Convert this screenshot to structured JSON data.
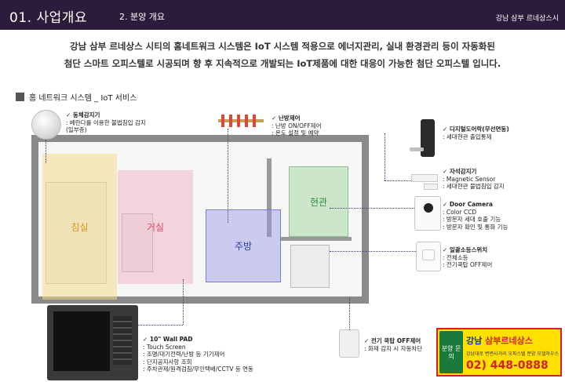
{
  "header": {
    "section": "01.  사업개요",
    "subsection": "2. 분양 개요",
    "brand": "강남 삼부 르네상스시"
  },
  "intro": {
    "line1": "강남 삼부 르네상스 시티의  홈네트워크 시스템은 IoT 시스템 적용으로 에너지관리, 실내 환경관리 등이 자동화된",
    "line2": "첨단 스마트 오피스텔로 시공되며 향 후 지속적으로 개발되는 IoT제품에 대한 대응이 가능한 첨단 오피스텔 입니다."
  },
  "section_title": "홈 네트워크 시스템 _ IoT 서비스",
  "rooms": {
    "bedroom": "침실",
    "living": "거실",
    "kitchen": "주방",
    "entrance": "현관"
  },
  "callouts": {
    "motion": {
      "title": "✓ 동체감지기",
      "lines": [
        ": 베란다를 이용한 불법침입 감지",
        "(일부층)"
      ]
    },
    "heating": {
      "title": "✓ 난방제어",
      "lines": [
        ": 난방 ON/OFF제어",
        ": 온도 설정 및 예약"
      ]
    },
    "doorlock": {
      "title": "✓ 디지털도어락(무선연동)",
      "lines": [
        ": 세대현관 출입통제"
      ]
    },
    "magnetic": {
      "title": "✓ 자석감지기",
      "lines": [
        ": Magnetic Sensor",
        ": 세대현관 불법침입 감지"
      ]
    },
    "doorcam": {
      "title": "✓ Door Camera",
      "lines": [
        ": Color CCD",
        ": 방문자 세대 호출 기능",
        ": 방문자 확인 및 통화 기능"
      ]
    },
    "switch": {
      "title": "✓ 일괄소등스위치",
      "lines": [
        ": 전체소등",
        ": 전기쿡탑 OFF제어"
      ]
    },
    "wallpad": {
      "title": "✓ 10\" Wall PAD",
      "lines": [
        ": Touch Screen",
        ": 조명/대기전력/난방 등 기기제어",
        ": 단지공지사항 조회",
        ": 주차관제/원격검침/무인택배/CCTV 등 연동"
      ]
    },
    "gascut": {
      "title": "✓ 전기 쿡탑 OFF제어",
      "lines": [
        ": 화재 감지 시 자동차단"
      ]
    }
  },
  "ad": {
    "badge": "분양 문의",
    "name_a": "강남 ",
    "name_b": "삼부르네상스",
    "addr": "강남대로 변변사거리 오피스텔 분양 모델하우스",
    "phone": "02) 448-0888"
  },
  "colors": {
    "header_bg": "#2c1b3a",
    "ad_bg": "#ffe000",
    "ad_border": "#d61f2a"
  }
}
